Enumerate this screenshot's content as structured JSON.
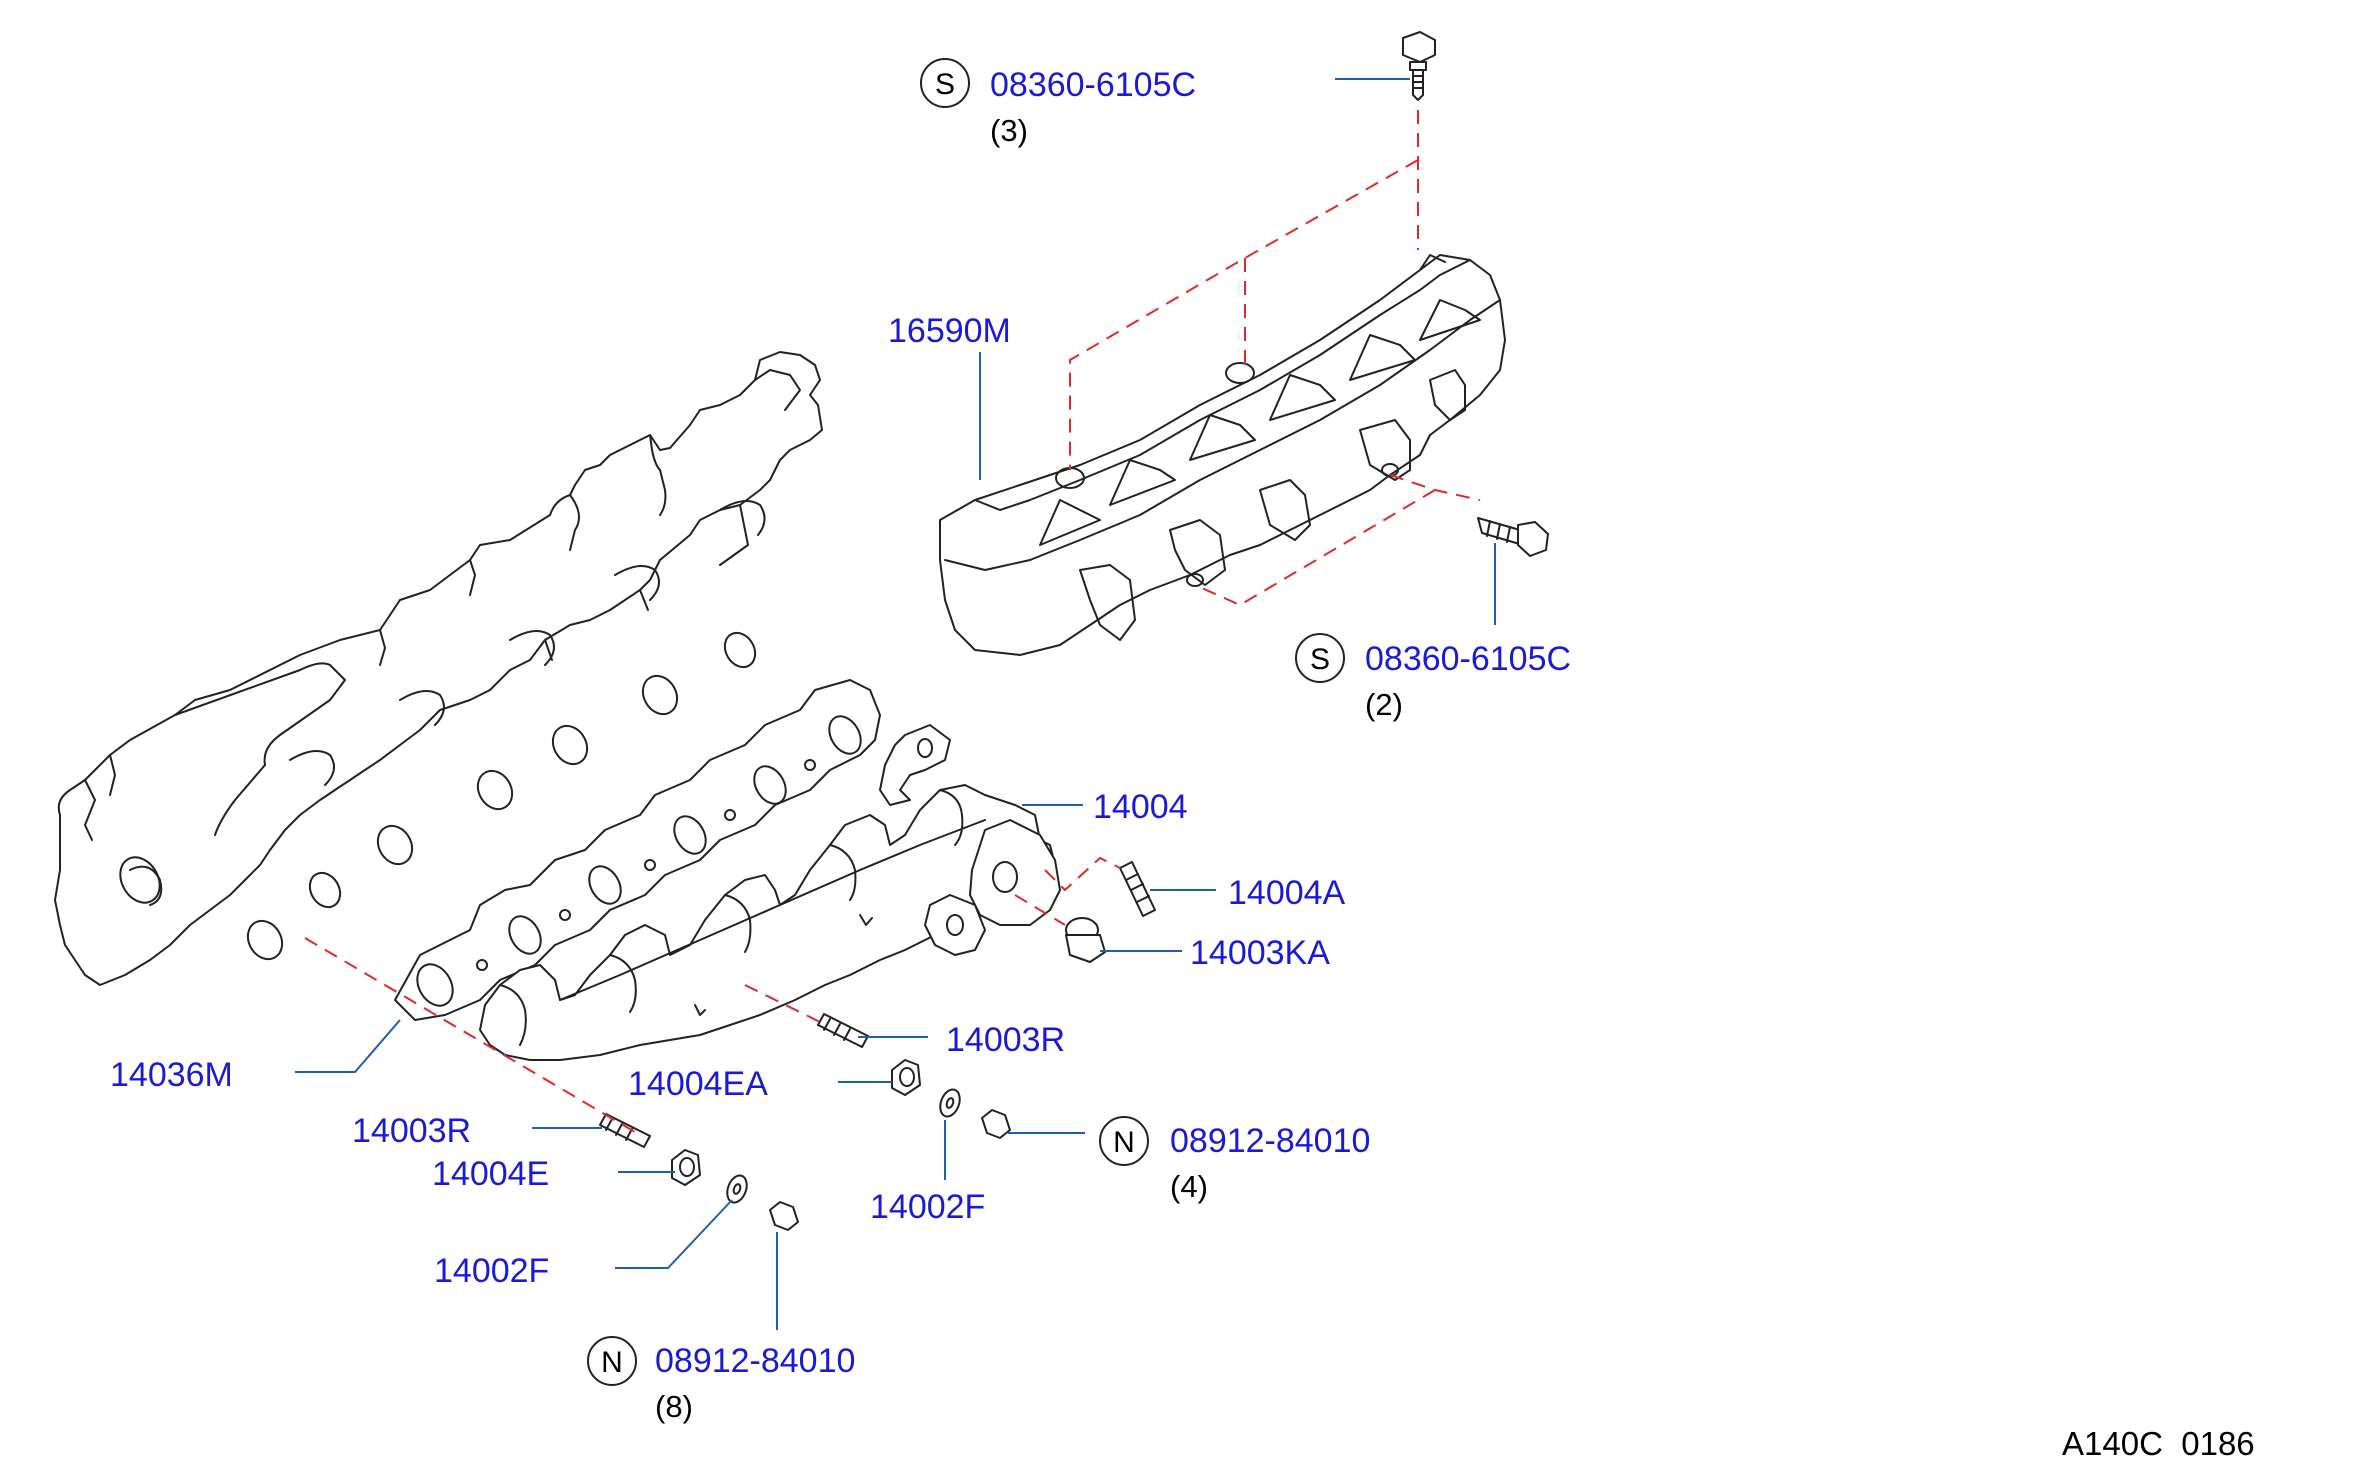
{
  "labels": {
    "bolt_top": {
      "symbol": "S",
      "part_number": "08360-6105C",
      "qty": "(3)"
    },
    "heat_insulator": {
      "part_number": "16590M"
    },
    "bolt_right": {
      "symbol": "S",
      "part_number": "08360-6105C",
      "qty": "(2)"
    },
    "manifold": {
      "part_number": "14004"
    },
    "stud_right": {
      "part_number": "14004A"
    },
    "plug": {
      "part_number": "14003KA"
    },
    "stud_mid": {
      "part_number": "14003R"
    },
    "gasket": {
      "part_number": "14036M"
    },
    "spacer_mid": {
      "part_number": "14004EA"
    },
    "stud_left": {
      "part_number": "14003R"
    },
    "spacer_left": {
      "part_number": "14004E"
    },
    "washer_mid": {
      "part_number": "14002F"
    },
    "nut_mid": {
      "symbol": "N",
      "part_number": "08912-84010",
      "qty": "(4)"
    },
    "washer_left": {
      "part_number": "14002F"
    },
    "nut_left": {
      "symbol": "N",
      "part_number": "08912-84010",
      "qty": "(8)"
    }
  },
  "diagram_code": "A140C  0186",
  "colors": {
    "part_label": "#1a1ad6",
    "leader_line": "#1f5fb0",
    "dashed_line": "#e02a2a"
  }
}
